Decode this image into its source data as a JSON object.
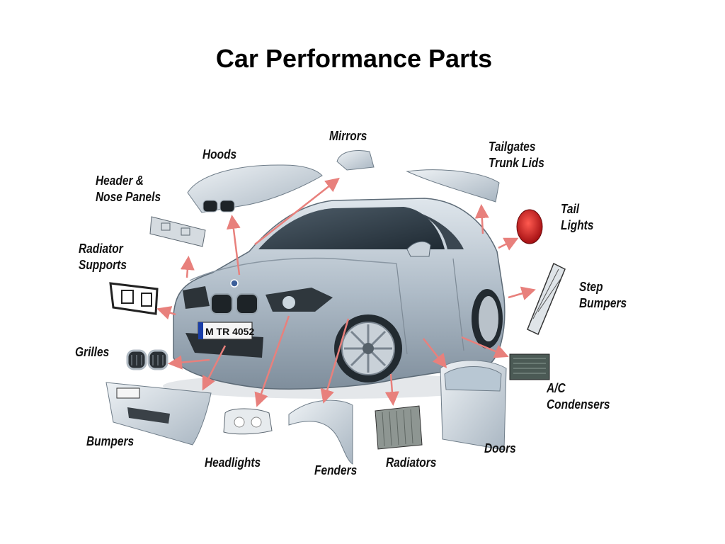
{
  "slide": {
    "title": "Car Performance Parts"
  },
  "car": {
    "plate_text": "M TR 4052"
  },
  "parts": {
    "hoods": "Hoods",
    "mirrors": "Mirrors",
    "tailgates": "Tailgates\nTrunk Lids",
    "header_nose": "Header &\nNose Panels",
    "tail_lights": "Tail\nLights",
    "radiator_supports": "Radiator\nSupports",
    "step_bumpers": "Step\nBumpers",
    "grilles": "Grilles",
    "ac_condensers": "A/C\nCondensers",
    "bumpers": "Bumpers",
    "headlights": "Headlights",
    "fenders": "Fenders",
    "radiators": "Radiators",
    "doors": "Doors"
  },
  "colors": {
    "arrow": "#e8807c",
    "car_body": "#b7c3cd",
    "tail_light": "#c8191c"
  }
}
